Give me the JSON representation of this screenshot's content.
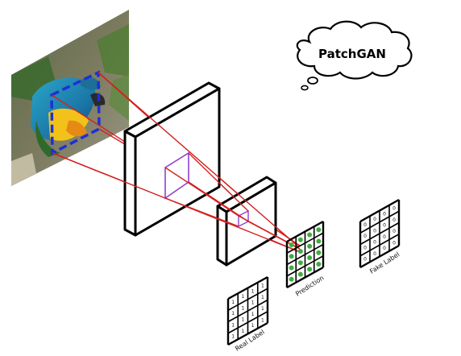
{
  "title": "PatchGAN",
  "labels": {
    "prediction": "Prediction",
    "real": "Real Label",
    "fake": "Fake Label"
  },
  "grids": {
    "prediction_dots": 16,
    "real_values": [
      "1",
      "1",
      "1",
      "1",
      "1",
      "1",
      "1",
      "1",
      "1",
      "1",
      "1",
      "1",
      "1",
      "1",
      "1",
      "1"
    ],
    "fake_values": [
      "0",
      "0",
      "0",
      "0",
      "0",
      "0",
      "0",
      "0",
      "0",
      "0",
      "0",
      "0",
      "0",
      "0",
      "0",
      "0"
    ]
  },
  "colors": {
    "patch_box": "#1f2fd6",
    "rays": "#d42020",
    "receptive_field": "#9040d0",
    "prediction_dot": "#3fae3f"
  }
}
